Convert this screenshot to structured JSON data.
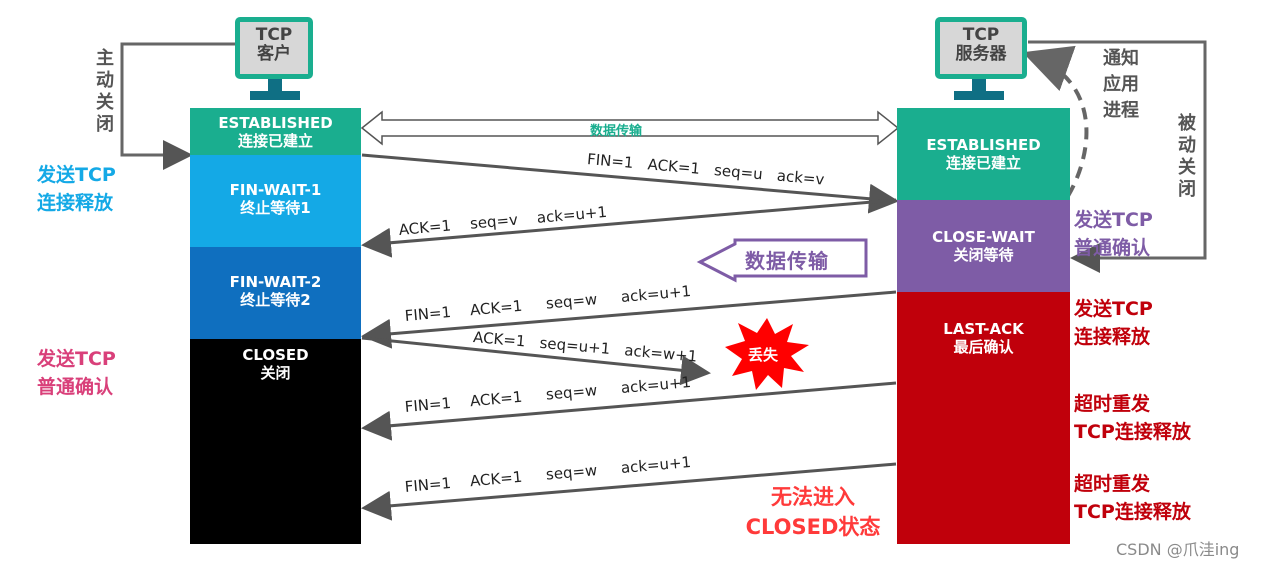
{
  "client": {
    "label_line1": "TCP",
    "label_line2": "客户"
  },
  "server": {
    "label_line1": "TCP",
    "label_line2": "服务器"
  },
  "left_annotations": {
    "active_close": "主动关闭",
    "send_tcp_release": [
      "发送TCP",
      "连接释放"
    ],
    "send_tcp_ack": [
      "发送TCP",
      "普通确认"
    ]
  },
  "right_annotations": {
    "notify_app": [
      "通知",
      "应用",
      "进程"
    ],
    "passive_close": "被动关闭",
    "send_tcp_ack": [
      "发送TCP",
      "普通确认"
    ],
    "send_tcp_release": [
      "发送TCP",
      "连接释放"
    ],
    "timeout_resend_1": [
      "超时重发",
      "TCP连接释放"
    ],
    "timeout_resend_2": [
      "超时重发",
      "TCP连接释放"
    ]
  },
  "client_states": [
    {
      "name": "ESTABLISHED",
      "desc": "连接已建立",
      "color": "#1aae8f"
    },
    {
      "name": "FIN-WAIT-1",
      "desc": "终止等待1",
      "color": "#14a9e6"
    },
    {
      "name": "FIN-WAIT-2",
      "desc": "终止等待2",
      "color": "#0f6fbf"
    },
    {
      "name": "CLOSED",
      "desc": "关闭",
      "color": "#000000"
    }
  ],
  "server_states": [
    {
      "name": "ESTABLISHED",
      "desc": "连接已建立",
      "color": "#1aae8f"
    },
    {
      "name": "CLOSE-WAIT",
      "desc": "关闭等待",
      "color": "#7e5ca6"
    },
    {
      "name": "LAST-ACK",
      "desc": "最后确认",
      "color": "#c0000b"
    }
  ],
  "data_transfer_label": "数据传输",
  "data_transfer_label_2": "数据传输",
  "messages": [
    {
      "parts": [
        "FIN=1",
        "ACK=1",
        "seq=u",
        "ack=v"
      ]
    },
    {
      "parts": [
        "ACK=1",
        "seq=v",
        "ack=u+1"
      ]
    },
    {
      "parts": [
        "FIN=1",
        "ACK=1",
        "seq=w",
        "ack=u+1"
      ]
    },
    {
      "parts": [
        "ACK=1",
        "seq=u+1",
        "ack=w+1"
      ]
    },
    {
      "parts": [
        "FIN=1",
        "ACK=1",
        "seq=w",
        "ack=u+1"
      ]
    },
    {
      "parts": [
        "FIN=1",
        "ACK=1",
        "seq=w",
        "ack=u+1"
      ]
    }
  ],
  "lost_label": "丢失",
  "cannot_close": [
    "无法进入",
    "CLOSED状态"
  ],
  "watermark": "CSDN @爪洼ing",
  "colors": {
    "teal": "#1aae8f",
    "cyan_text": "#14a9e6",
    "pink_text": "#d9407a",
    "purple_text": "#7e5ca6",
    "red_text": "#c0000b"
  }
}
